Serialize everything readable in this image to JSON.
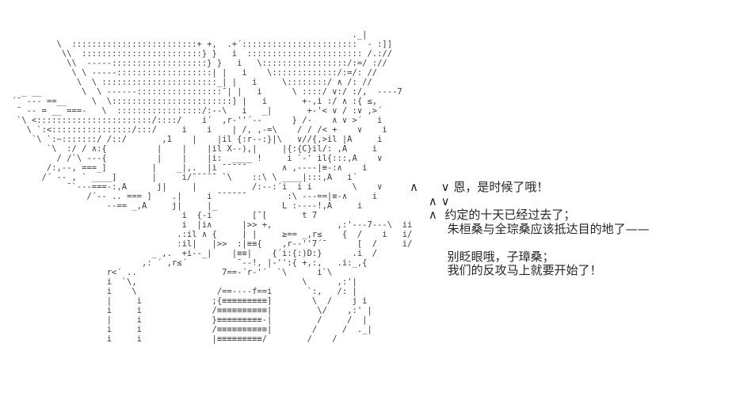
{
  "page": {
    "background_color": "#ffffff",
    "art_color": "#3d3d3d",
    "text_color": "#262626"
  },
  "ascii_art": {
    "description": "ascii-art-character",
    "lines": [
      "",
      "",
      "                                                                      ._|",
      "           \\  :::::::::::::::::::::::::+ +,  .+´:::::::::::::::::::::::  - :]]",
      "            \\\\  ::::::::::::::::::::::::} }   i  ::::::::::::::::::::::: /.://",
      "             \\\\  -----:::::::::::::::::::} }   i   \\:::::::::::::::::/:=/ ://",
      "              \\ \\ -----:::::::::::::::::::| |   i    \\:::::::::::::/:=/: //",
      "               \\  \\ :::::::::::::::::::::::_| |   i     \\::::::::/ ∧ /: //",
      "    _ __        \\  \\ ------:::::::::::::::::¯| |   i      \\ ::::/ ∨:/ :/,  ----7",
      "  ´¯ --- ==__     \\  \\::::::::::::::::::::::::] |   i       +-,i :/ ∧ :{ ≤,",
      "   ¯ -- = __ ===-   \\  :::::::::::::::::/:--\\   i   _|       +-'< ∨ / :∨ ,>´",
      "   `\\ <:::::::::::::::::::::::/::::/    i´  ,r-''´--      } /-    ∧ ∨ >´   i",
      "     \\ `:<::::::::::::::::/:::/     i    i    | /, ,-=\\    / / /< +    ∨    i",
      "      `\\ `:~:::::::/ /::/       ,1    |    |il {:r--:}|\\   ∨//{,>il |A     i",
      "         `\\  :/ / ∧:{          |    |    |il X--),|     |{:{C}il/: ,A     i",
      "           / /`\\ ---{          |    |    |i:  ____ !     i `-' il{:::,A    ∨",
      "         /:,--, ===_]         |    _|,.  |i ¯¯¯¯¯       ∧ ,----|≡-:∧    i",
      "        /´ -- , ` ____]       |     i/¯¯¯¯¯ `\\    ::\\ \\ ____|:::,A   i´",
      "             ¯`---===-:,A      j|     |           /:--:´i  i i        \\    ∨",
      "                 /´-- .. === ]    .|     i ¯¯¯¯¯¯        :\\ ---==|≡-∧     i",
      "                     --== _,A     j|     |_             L :----!,A     i",
      "                                    i  {-i        [¯[       t 7",
      "                                    i  |i∧      |>> +,             ,:'---7---\\  ii",
      "                                   .:il ∧ {     | |     ≥== _,r≤    {  /    i   i/",
      "                                   :il|   |>>  :|≡≡{    ,r--''7´¯      [  /     i/",
      "                              _ ,.  +i--_|    |≡≡|    {´i:{:)D:}      .i  /",
      "                            ,: ´ ,r≤´          ¯--!, |-'':{ +,:,   .i:_,{",
      "                     r<´ ..                 7==-´r-'´  `\\      i`\\",
      "                     i  `\\,                                 \\      ,:'|",
      "                     i    \\                /==----f==i       `:,   /: |",
      "                     |     i              ;{≡≡≡≡≡≡≡≡≡]        \\  /    j i",
      "                     i     i              /≡≡≡≡≡≡≡≡≡≡|         \\/    ,:' |",
      "                     |     i              }≡≡≡≡≡≡≡≡≡-|         /     /  |",
      "                     i     i              /≡≡≡≡≡≡≡≡≡≡|        /     /  ._|",
      "                     i     i              |≡≡≡≡≡≡≡≡≡/        /    /",
      ""
    ]
  },
  "dialogue": {
    "lines": [
      "∧      ∨ 恩，是时候了哦！",
      "     ∧ ∨",
      "     ∧  约定的十天已经过去了；",
      "          朱桓桑与全琮桑应该抵达目的地了——",
      "",
      "          别眨眼哦，子璋桑；",
      "          我们的反攻马上就要开始了！"
    ]
  }
}
